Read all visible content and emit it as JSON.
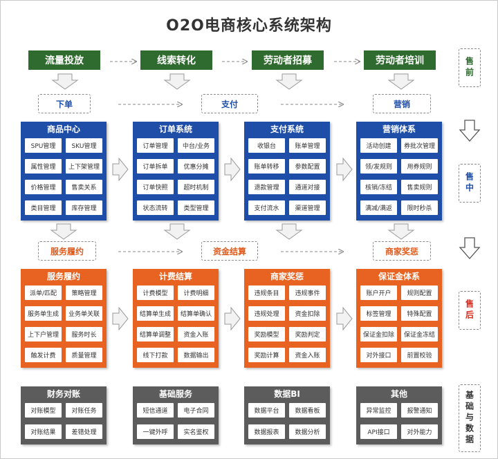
{
  "title": "O2O电商核心系统架构",
  "colors": {
    "green": "#2f6b2e",
    "blue": "#1f4ea8",
    "orange": "#e86321",
    "gray": "#5c5c5c",
    "red": "#d92b1c"
  },
  "top_flow": [
    "流量投放",
    "线索转化",
    "劳动者招募",
    "劳动者培训"
  ],
  "mid_dashed_1": [
    "下单",
    "支付",
    "营销"
  ],
  "mid_dashed_2": [
    "服务履约",
    "资金结算",
    "商家奖惩"
  ],
  "side_labels": [
    "售前",
    "售中",
    "售后",
    "基础与数据"
  ],
  "blue_panels": [
    {
      "title": "商品中心",
      "items": [
        "SPU管理",
        "SKU管理",
        "属性管理",
        "上下架管理",
        "价格管理",
        "售卖关系",
        "类目管理",
        "库存管理"
      ]
    },
    {
      "title": "订单系统",
      "items": [
        "订单管理",
        "中台/业务",
        "订单拆单",
        "优惠分摊",
        "订单快照",
        "超时机制",
        "状态流转",
        "类型管理"
      ]
    },
    {
      "title": "支付系统",
      "items": [
        "收银台",
        "账单管理",
        "账单转移",
        "参数配置",
        "退款管理",
        "通道对接",
        "支付流水",
        "渠道管理"
      ]
    },
    {
      "title": "营销体系",
      "items": [
        "活动创建",
        "券批次管理",
        "领/发规则",
        "用券规则",
        "核销/冻结",
        "售卖规则",
        "满减/满返",
        "限时秒杀"
      ]
    }
  ],
  "orange_panels": [
    {
      "title": "服务履约",
      "items": [
        "派单/匹配",
        "策略管理",
        "服务单生成",
        "业务单关联",
        "上下户管理",
        "服务时长",
        "触发计费",
        "质量管理"
      ]
    },
    {
      "title": "计费结算",
      "items": [
        "计费模型",
        "计费明细",
        "结算单生成",
        "结算单确认",
        "结算单调整",
        "资金入账",
        "线下打款",
        "数据输出"
      ]
    },
    {
      "title": "商家奖惩",
      "items": [
        "违规条目",
        "违规事件",
        "违规处理",
        "资金扣除",
        "奖励模型",
        "奖励判定",
        "奖励计算",
        "资金入账"
      ]
    },
    {
      "title": "保证金体系",
      "items": [
        "账户开户",
        "规则配置",
        "标签管理",
        "特殊配置",
        "保证金扣除",
        "保证金冻结",
        "对外接口",
        "前置校验"
      ]
    }
  ],
  "gray_panels": [
    {
      "title": "财务对账",
      "items": [
        "对账模型",
        "对账任务",
        "对账结果",
        "差错处理"
      ]
    },
    {
      "title": "基础服务",
      "items": [
        "短信通道",
        "电子合同",
        "一键外呼",
        "实名鉴权"
      ]
    },
    {
      "title": "数据BI",
      "items": [
        "数据平台",
        "数据看板",
        "数据报表",
        "数据分析"
      ]
    },
    {
      "title": "其他",
      "items": [
        "异常监控",
        "报警通知",
        "API接口",
        "对外能力"
      ]
    }
  ]
}
